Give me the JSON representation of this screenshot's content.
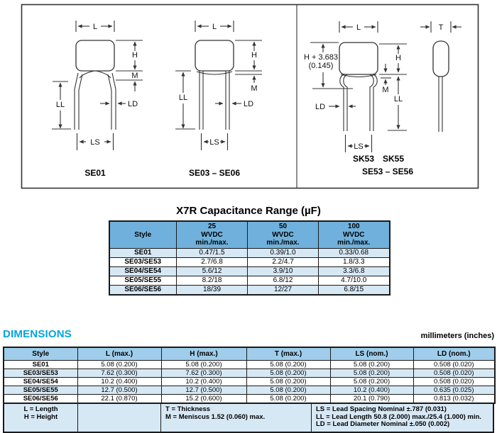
{
  "diagram": {
    "dim_labels": {
      "L": "L",
      "H": "H",
      "M": "M",
      "LL": "LL",
      "LD": "LD",
      "LS": "LS",
      "T": "T"
    },
    "panel1": {
      "caption": "SE01"
    },
    "panel2": {
      "caption": "SE03 – SE06"
    },
    "panel3": {
      "caption_top": "SK53 SK55",
      "caption": "SE53 – SE56",
      "height_note_line1": "H + 3.683",
      "height_note_line2": "(0.145)"
    }
  },
  "cap_table": {
    "title": "X7R Capacitance Range (µF)",
    "style_header": "Style",
    "columns": [
      {
        "voltage": "25",
        "unit": "WVDC",
        "range": "min./max."
      },
      {
        "voltage": "50",
        "unit": "WVDC",
        "range": "min./max."
      },
      {
        "voltage": "100",
        "unit": "WVDC",
        "range": "min./max."
      }
    ],
    "rows": [
      {
        "style": "SE01",
        "v25": "0.47/1.5",
        "v50": "0.39/1.0",
        "v100": "0.33/0.68"
      },
      {
        "style": "SE03/SE53",
        "v25": "2.7/6.8",
        "v50": "2.2/4.7",
        "v100": "1.8/3.3"
      },
      {
        "style": "SE04/SE54",
        "v25": "5.6/12",
        "v50": "3.9/10",
        "v100": "3.3/6.8"
      },
      {
        "style": "SE05/SE55",
        "v25": "8.2/18",
        "v50": "6.8/12",
        "v100": "4.7/10.0"
      },
      {
        "style": "SE06/SE56",
        "v25": "18/39",
        "v50": "12/27",
        "v100": "6.8/15"
      }
    ]
  },
  "dims": {
    "heading": "DIMENSIONS",
    "units_note": "millimeters (inches)",
    "headers": [
      "Style",
      "L (max.)",
      "H (max.)",
      "T (max.)",
      "LS (nom.)",
      "LD (nom.)"
    ],
    "rows": [
      {
        "style": "SE01",
        "l": "5.08 (0.200)",
        "h": "5.08 (0.200)",
        "t": "5.08 (0.200)",
        "ls": "5.08 (0.200)",
        "ld": "0.508 (0.020)"
      },
      {
        "style": "SE03/SE53",
        "l": "7.62 (0.300)",
        "h": "7.62 (0.300)",
        "t": "5.08 (0.200)",
        "ls": "5.08 (0.200)",
        "ld": "0.508 (0.020)"
      },
      {
        "style": "SE04/SE54",
        "l": "10.2 (0.400)",
        "h": "10.2 (0.400)",
        "t": "5.08 (0.200)",
        "ls": "5.08 (0.200)",
        "ld": "0.508 (0.020)"
      },
      {
        "style": "SE05/SE55",
        "l": "12.7 (0.500)",
        "h": "12.7 (0.500)",
        "t": "5.08 (0.200)",
        "ls": "10.2 (0.400)",
        "ld": "0.635 (0.025)"
      },
      {
        "style": "SE06/SE56",
        "l": "22.1 (0.870)",
        "h": "15.2 (0.600)",
        "t": "5.08 (0.200)",
        "ls": "20.1 (0.790)",
        "ld": "0.813 (0.032)"
      }
    ],
    "legend": {
      "col1_line1": "L = Length",
      "col1_line2": "H = Height",
      "col3_line1": "T = Thickness",
      "col3_line2": "M = Meniscus 1.52 (0.060) max.",
      "col4_line1": "LS = Lead Spacing Nominal ±.787 (0.031)",
      "col4_line2": "LL = Lead Length 50.8 (2.000) max./25.4 (1.000) min.",
      "col4_line3": "LD = Lead Diameter Nominal ±.050 (0.002)"
    }
  },
  "colors": {
    "cap_header_blue": "#6fb1dc",
    "row_light_blue": "#d7e8f5",
    "dims_header_blue": "#9fcdeb",
    "heading_cyan": "#00a5e0",
    "table_border": "#1a1a1a",
    "diagram_line": "#333333"
  }
}
